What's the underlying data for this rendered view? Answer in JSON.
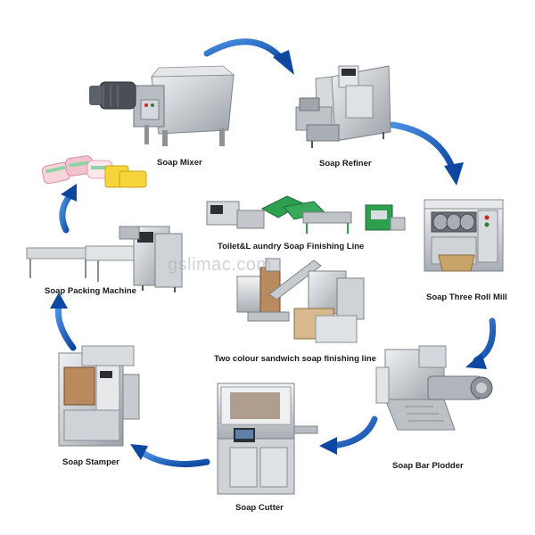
{
  "watermark": "gslimac.com",
  "steps": {
    "mixer": "Soap Mixer",
    "refiner": "Soap Refiner",
    "three_roll": "Soap Three Roll Mill",
    "plodder": "Soap Bar Plodder",
    "cutter": "Soap Cutter",
    "stamper": "Soap Stamper",
    "packing": "Soap Packing Machine"
  },
  "center_lines": {
    "toilet_laundry": "Toilet&L aundry Soap Finishing Line",
    "two_colour": "Two colour sandwich soap finishing line"
  },
  "colors": {
    "arrow": "#1565c0",
    "steel": "#c9ccd0",
    "steel_dark": "#8e9399",
    "green": "#2e9e4f",
    "bar_pink": "#ef9fb0",
    "bar_green": "#8fd4a4",
    "bar_yellow": "#f7d43a"
  }
}
